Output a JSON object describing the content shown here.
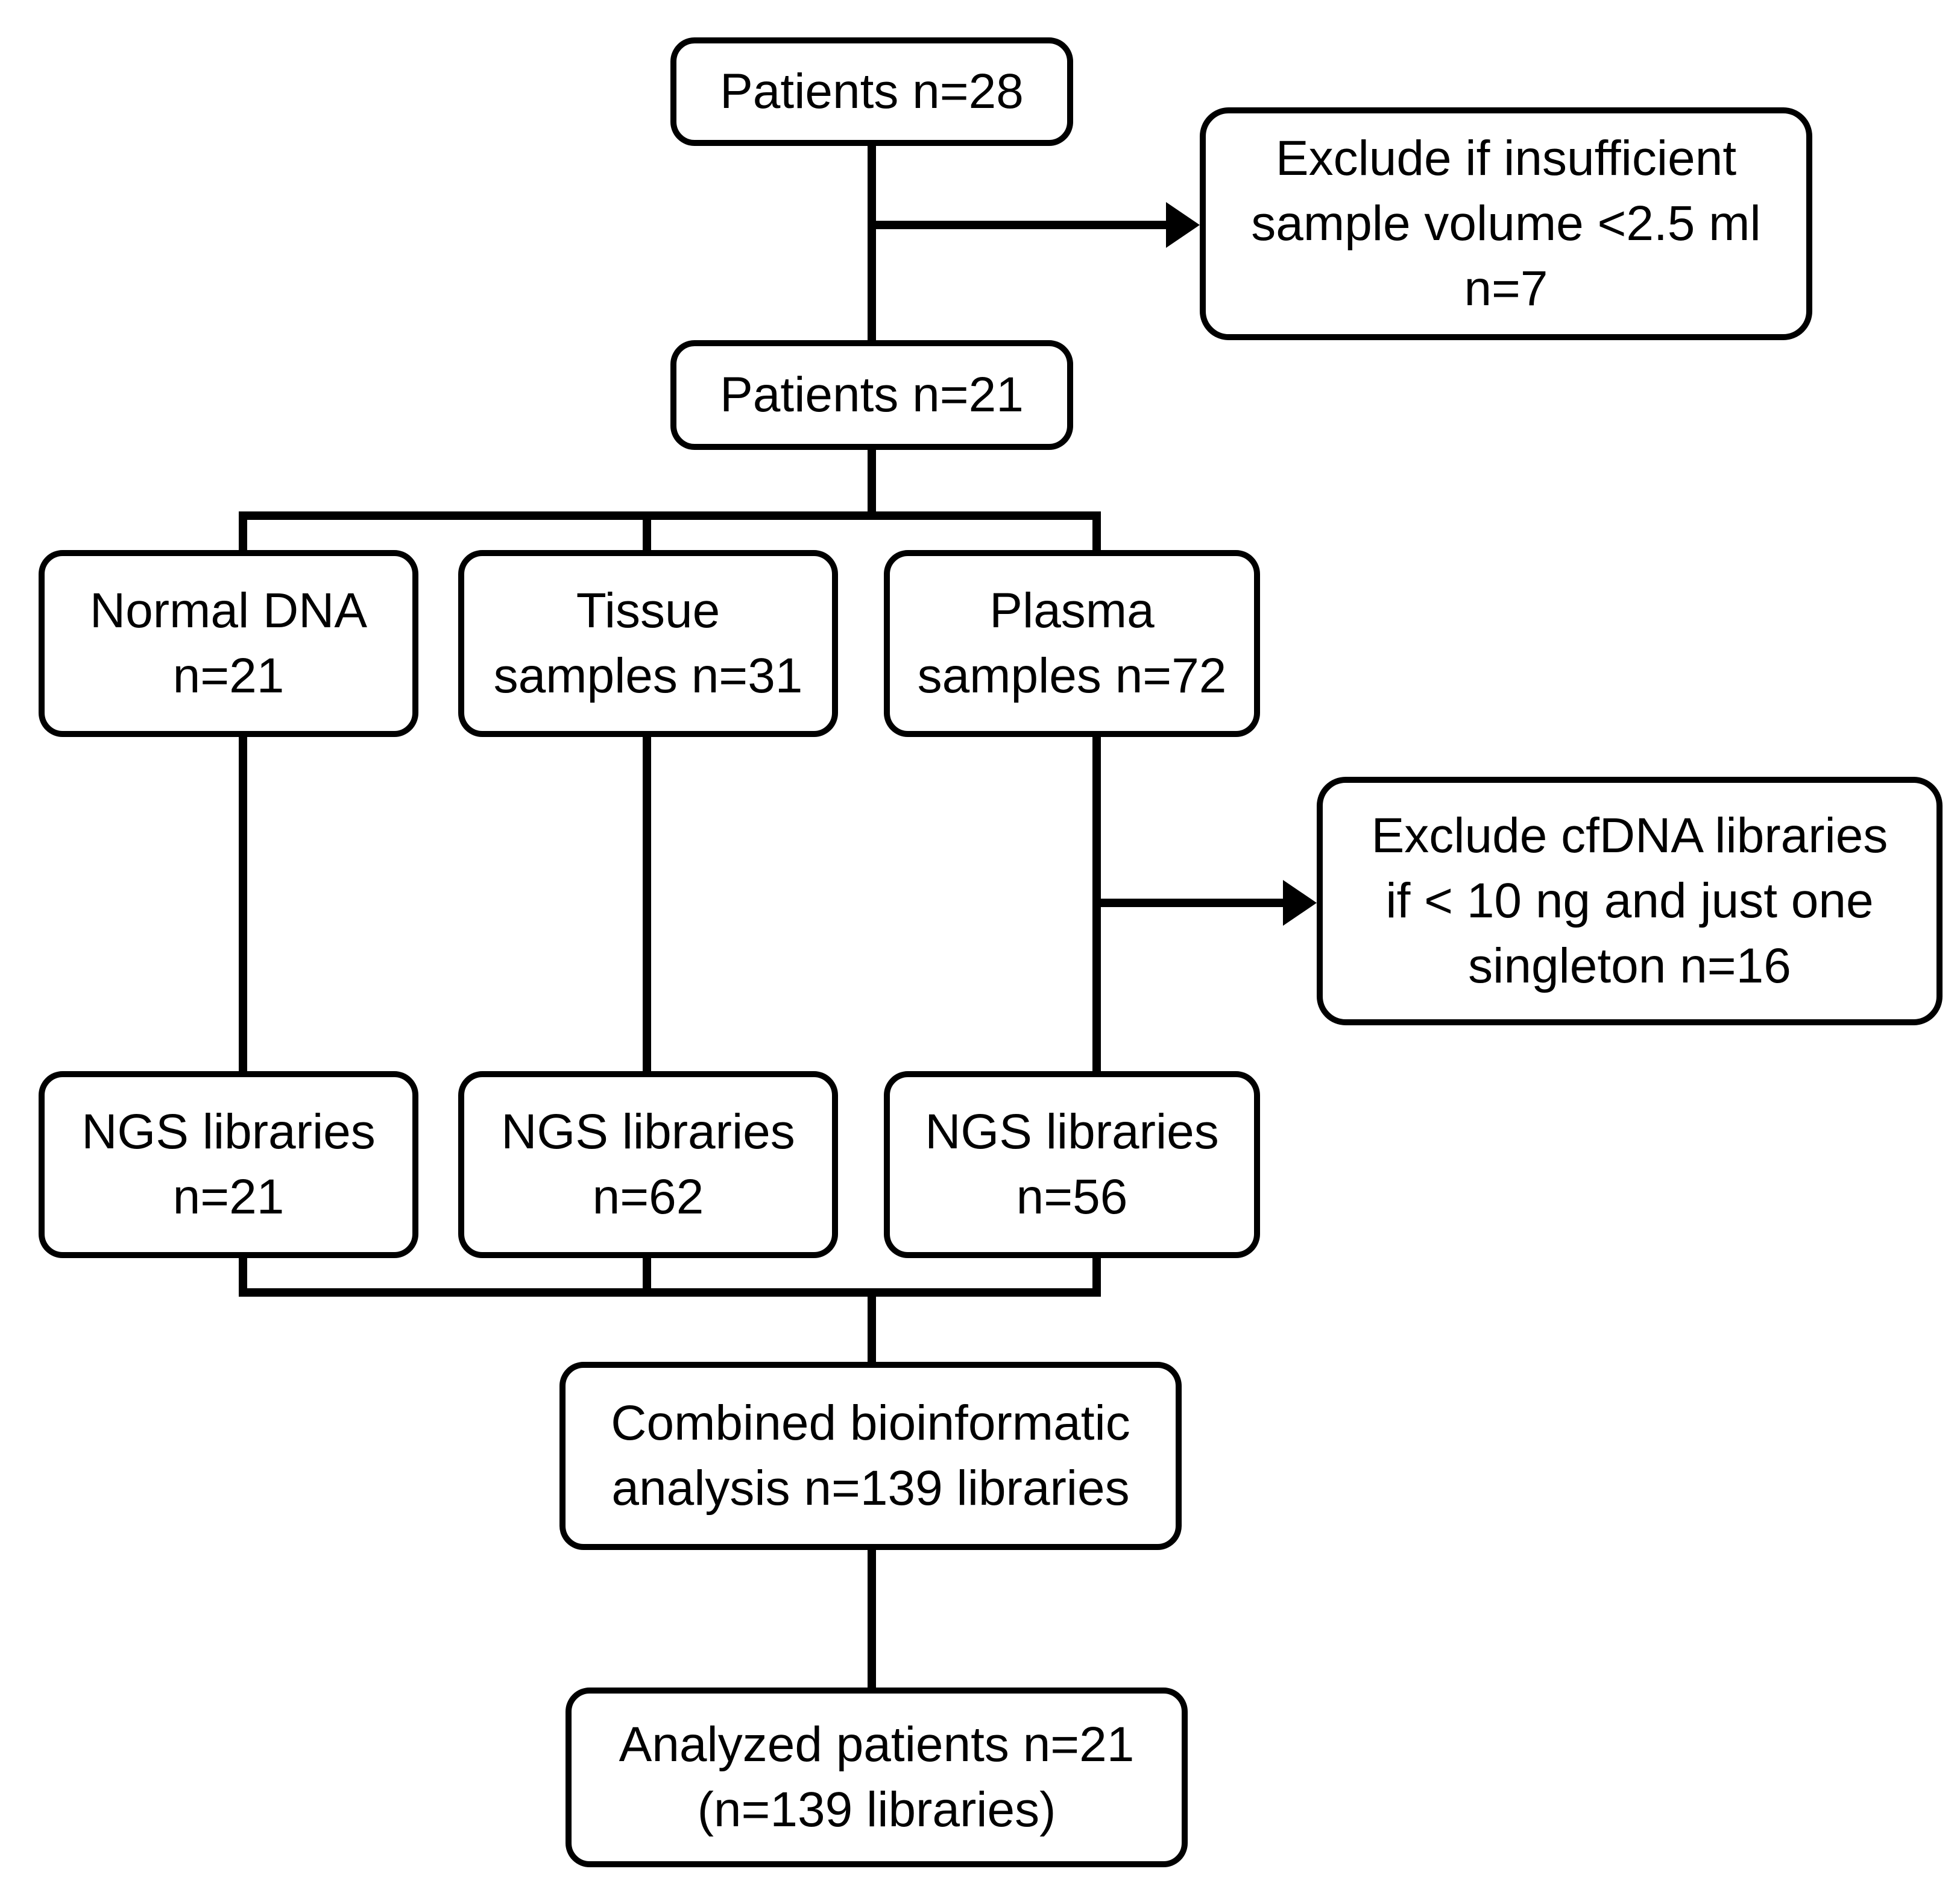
{
  "figure": {
    "title": "Sample selection flowchart",
    "type": "flowchart",
    "ink": "#000000",
    "background": "#ffffff"
  },
  "nodes": {
    "patients28": {
      "lines": [
        "Patients n=28"
      ]
    },
    "exclude_insufficient": {
      "lines": [
        "Exclude if insufficient",
        "sample volume <2.5 ml",
        "n=7"
      ]
    },
    "patients21": {
      "lines": [
        "Patients n=21"
      ]
    },
    "normal_dna": {
      "lines": [
        "Normal DNA",
        "n=21"
      ]
    },
    "tissue": {
      "lines": [
        "Tissue",
        "samples n=31"
      ]
    },
    "plasma": {
      "lines": [
        "Plasma",
        "samples n=72"
      ]
    },
    "exclude_cfdna": {
      "lines": [
        "Exclude cfDNA libraries",
        "if < 10 ng and just one",
        "singleton n=16"
      ]
    },
    "ngs_normal": {
      "lines": [
        "NGS libraries",
        "n=21"
      ]
    },
    "ngs_tissue": {
      "lines": [
        "NGS libraries",
        "n=62"
      ]
    },
    "ngs_plasma": {
      "lines": [
        "NGS libraries",
        "n=56"
      ]
    },
    "combined": {
      "lines": [
        "Combined bioinformatic",
        "analysis n=139 libraries"
      ]
    },
    "analyzed": {
      "lines": [
        "Analyzed patients n=21",
        "(n=139 libraries)"
      ]
    }
  }
}
